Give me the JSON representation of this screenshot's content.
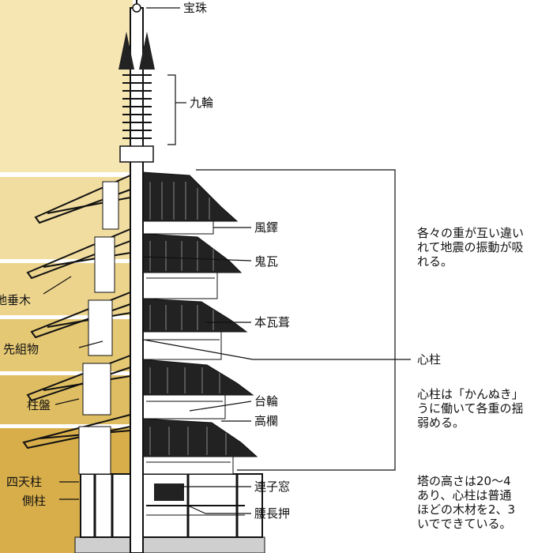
{
  "colors": {
    "band_top": "#f6e6b2",
    "band_mid1": "#efd99a",
    "band_mid2": "#e9cd80",
    "band_mid3": "#e2c067",
    "band_bottom": "#d8ae4a",
    "ink": "#111111",
    "roof_dark": "#222222"
  },
  "parts": {
    "hoju": "宝珠",
    "kurin": "九輪",
    "futaku": "風鐸",
    "onigawara": "鬼瓦",
    "hongawarabuki": "本瓦葺",
    "shinbashira": "心柱",
    "dairin": "台輪",
    "koran": "高欄",
    "renjimado": "連子窓",
    "koshinageshi": "腰長押",
    "jidaruki": "地垂木",
    "sakigumimono": "先組物",
    "hashiramori": "柱盤",
    "shitenbashira": "四天柱",
    "gawabashira": "側柱"
  },
  "notes": {
    "note1": "各々の重が互い違い\nれて地震の振動が吸\nれる。",
    "note2": "心柱は「かんぬき」\nうに働いて各重の揺\n弱める。",
    "note3": "塔の高さは20～4\nあり、心柱は普通\nほどの木材を2、3\nいでできている。"
  }
}
